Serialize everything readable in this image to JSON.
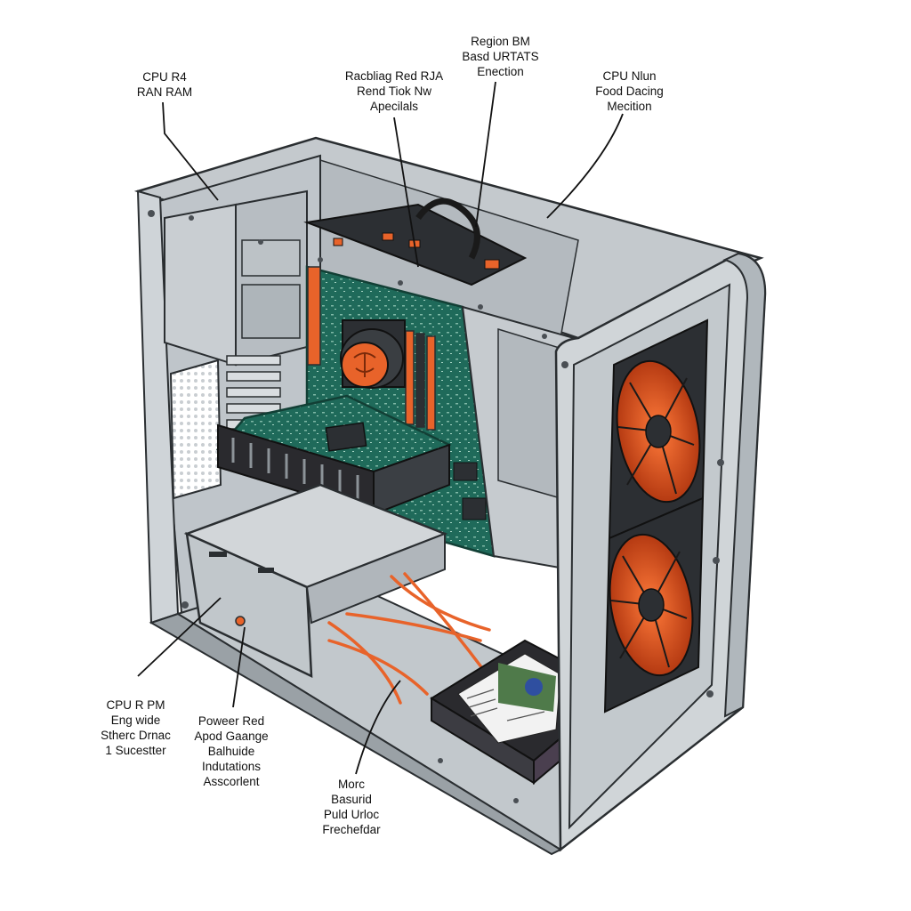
{
  "callouts": {
    "top_left": [
      "CPU R4",
      "RAN RAM"
    ],
    "top_center": [
      "Racbliag Red RJA",
      "Rend Tiok Nw",
      "Apecilals"
    ],
    "top_right_center": [
      "Region BM",
      "Basd URTATS",
      "Enection"
    ],
    "top_right": [
      "CPU Nlun",
      "Food Dacing",
      "Mecition"
    ],
    "bottom_left": [
      "CPU R PM",
      "Eng wide",
      "Stherc Drnac",
      "1 Sucestter"
    ],
    "bottom_center_left": [
      "Poweer Red",
      "Apod Gaange",
      "Balhuide",
      "Indutations",
      "Asscorlent"
    ],
    "bottom_center": [
      "Morc",
      "Basurid",
      "Puld Urloc",
      "Frechefdar"
    ]
  },
  "colors": {
    "case_light": "#d6dadd",
    "case_mid": "#b9bfc4",
    "case_dark": "#8e969c",
    "outline": "#2a2e31",
    "pcb": "#1f6a5a",
    "accent_orange": "#e8632a",
    "fan_dark": "#2c2f33",
    "drive_dark": "#2a2a2e"
  },
  "icons": [
    "pc-case-illustration",
    "case-fan-icon",
    "cpu-cooler-icon",
    "graphics-card-icon",
    "hard-drive-icon",
    "power-supply-icon"
  ]
}
